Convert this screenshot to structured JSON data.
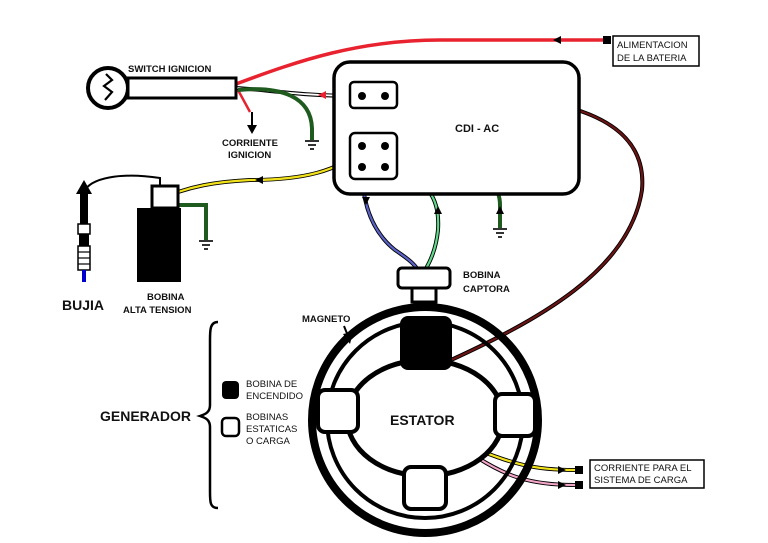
{
  "labels": {
    "switch": "SWITCH IGNICION",
    "corriente_ignicion_1": "CORRIENTE",
    "corriente_ignicion_2": "IGNICION",
    "cdi": "CDI - AC",
    "alimentacion_1": "ALIMENTACION",
    "alimentacion_2": "DE LA BATERIA",
    "bujia": "BUJIA",
    "bobina_alta_1": "BOBINA",
    "bobina_alta_2": "ALTA TENSION",
    "bobina_captora_1": "BOBINA",
    "bobina_captora_2": "CAPTORA",
    "magneto": "MAGNETO",
    "generador": "GENERADOR",
    "legend_encendido_1": "BOBINA DE",
    "legend_encendido_2": "ENCENDIDO",
    "legend_estaticas_1": "BOBINAS",
    "legend_estaticas_2": "ESTATICAS",
    "legend_estaticas_3": "O CARGA",
    "estator": "ESTATOR",
    "corriente_sistema_1": "CORRIENTE PARA EL",
    "corriente_sistema_2": "SISTEMA DE CARGA"
  },
  "colors": {
    "red": "#e8232f",
    "dark_red": "#6b1414",
    "yellow": "#f2e21c",
    "dark_green": "#1f5a1f",
    "light_green": "#5fd88a",
    "blue": "#5b63c9",
    "pink": "#f4a6c8",
    "black": "#000000"
  }
}
